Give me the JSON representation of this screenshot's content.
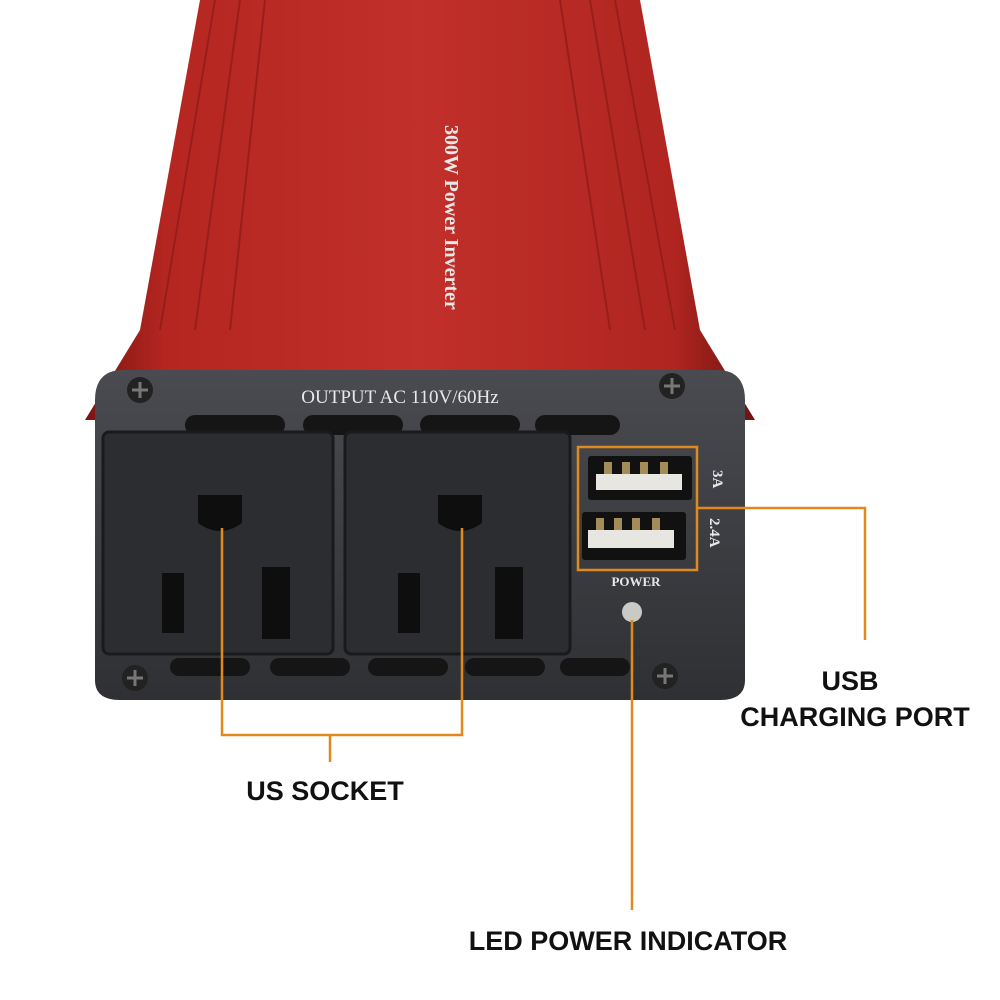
{
  "product": {
    "top_label": "300W Power Inverter",
    "output_label": "OUTPUT AC 110V/60Hz",
    "usb_port_1_rating": "3A",
    "usb_port_2_rating": "2.4A",
    "power_label": "POWER"
  },
  "callouts": {
    "usb_line1": "USB",
    "usb_line2": "CHARGING PORT",
    "us_socket": "US SOCKET",
    "led": "LED POWER INDICATOR"
  },
  "colors": {
    "body_red": "#b0231e",
    "panel_dark": "#3a3b40",
    "callout_orange": "#e08a1e"
  }
}
